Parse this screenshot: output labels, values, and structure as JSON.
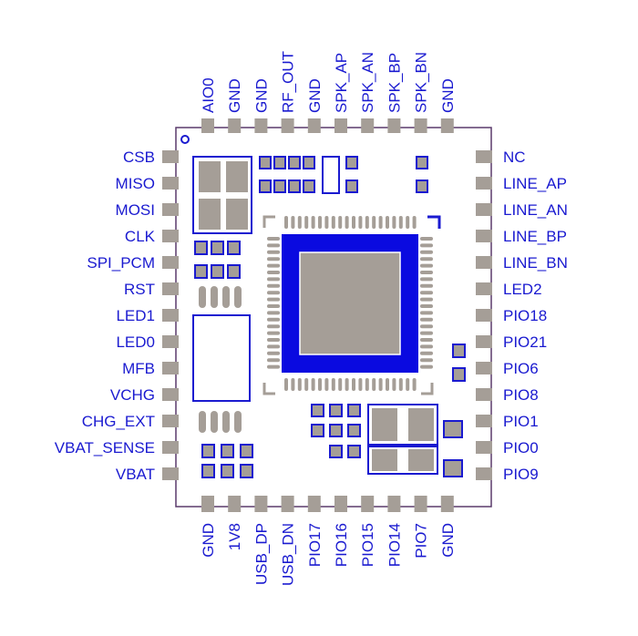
{
  "pins": {
    "top": [
      "AIO0",
      "GND",
      "GND",
      "RF_OUT",
      "GND",
      "SPK_AP",
      "SPK_AN",
      "SPK_BP",
      "SPK_BN",
      "GND"
    ],
    "left": [
      "CSB",
      "MISO",
      "MOSI",
      "CLK",
      "SPI_PCM",
      "RST",
      "LED1",
      "LED0",
      "MFB",
      "VCHG",
      "CHG_EXT",
      "VBAT_SENSE",
      "VBAT"
    ],
    "right": [
      "NC",
      "LINE_AP",
      "LINE_AN",
      "LINE_BP",
      "LINE_BN",
      "LED2",
      "PIO18",
      "PIO21",
      "PIO6",
      "PIO8",
      "PIO1",
      "PIO0",
      "PIO9"
    ],
    "bottom": [
      "GND",
      "1V8",
      "USB_DP",
      "USB_DN",
      "PIO17",
      "PIO16",
      "PIO15",
      "PIO14",
      "PIO7",
      "GND"
    ]
  },
  "colors": {
    "label": "#1a1ad0",
    "pad": "#a59e97",
    "outline": "#5a3a6b",
    "die": "#0a0ae0",
    "component": "#1a1ad0"
  }
}
